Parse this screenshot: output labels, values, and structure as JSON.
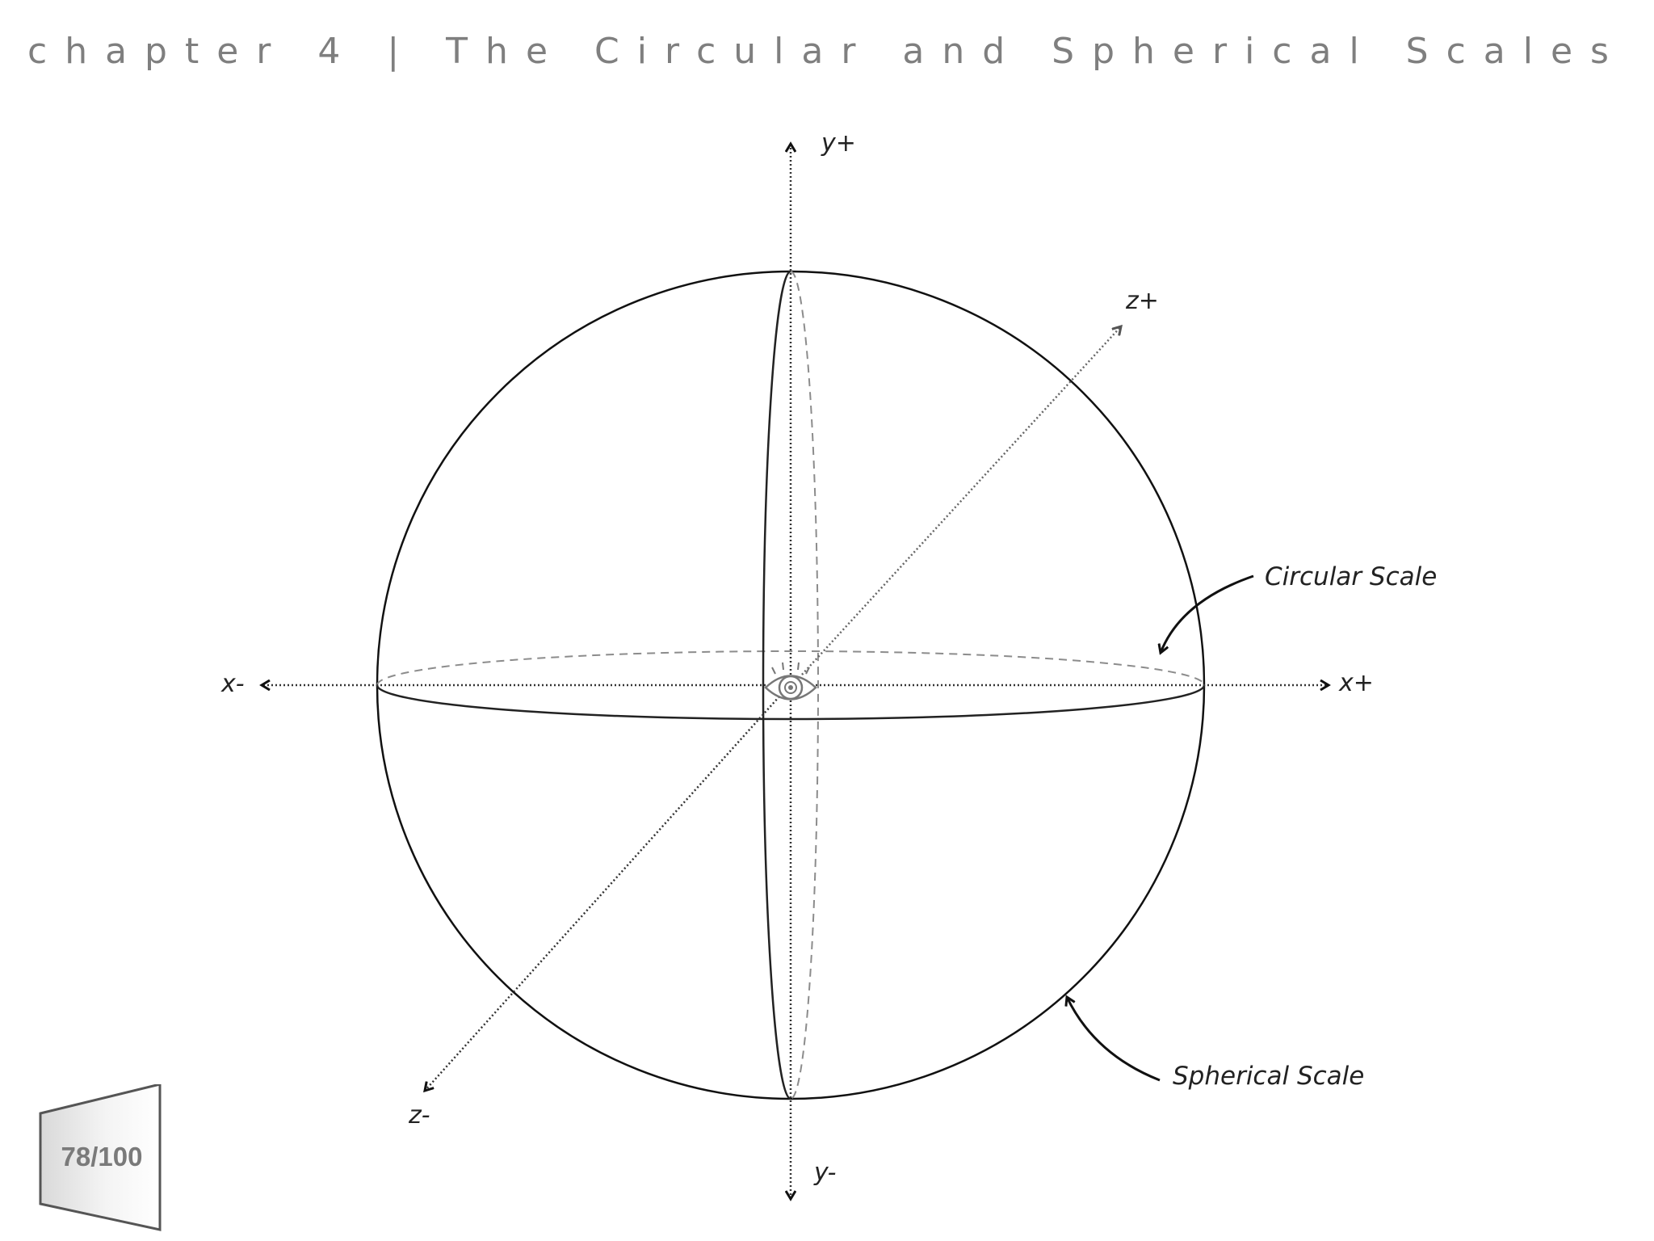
{
  "header": {
    "title": "chapter 4 | The Circular and Spherical Scales"
  },
  "diagram": {
    "axes": {
      "y_plus": "y+",
      "y_minus": "y-",
      "x_plus": "x+",
      "x_minus": "x-",
      "z_plus": "z+",
      "z_minus": "z-"
    },
    "annotations": {
      "circular_scale": "Circular Scale",
      "spherical_scale": "Spherical Scale"
    },
    "center_icon": "eye-icon",
    "colors": {
      "outline": "#111111",
      "dashed": "#8c8c8c",
      "axis": "#333333",
      "header_text": "#7f7f7f"
    }
  },
  "footer": {
    "page_number": "78/100"
  }
}
